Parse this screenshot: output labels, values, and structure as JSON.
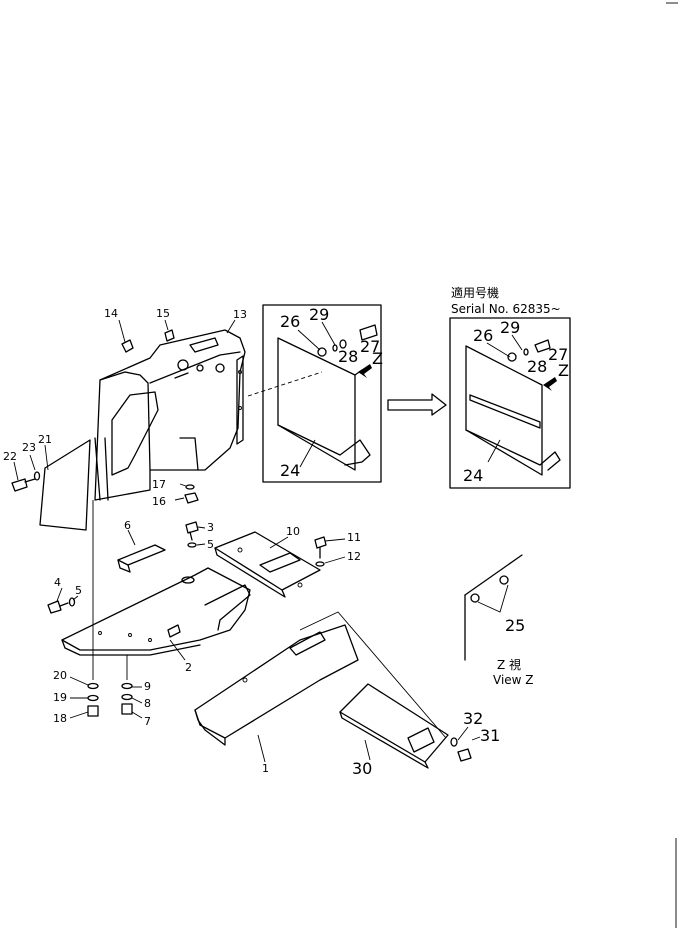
{
  "serial": {
    "jp_label": "適用号機",
    "serial_text": "Serial No. 62835~"
  },
  "view_z": {
    "jp_label": "Z 視",
    "en_label": "View Z"
  },
  "labels": {
    "p1": "1",
    "p2": "2",
    "p3": "3",
    "p4": "4",
    "p5a": "5",
    "p5b": "5",
    "p6": "6",
    "p7": "7",
    "p8": "8",
    "p9": "9",
    "p10": "10",
    "p11": "11",
    "p12": "12",
    "p13": "13",
    "p14": "14",
    "p15": "15",
    "p16": "16",
    "p17": "17",
    "p18": "18",
    "p19": "19",
    "p20": "20",
    "p21": "21",
    "p22": "22",
    "p23": "23",
    "p24a": "24",
    "p26a": "26",
    "p29a": "29",
    "p27a": "27",
    "p28a": "28",
    "za": "Z",
    "p24b": "24",
    "p26b": "26",
    "p29b": "29",
    "p27b": "27",
    "p28b": "28",
    "zb": "Z",
    "p25": "25",
    "p30": "30",
    "p31": "31",
    "p32": "32"
  }
}
